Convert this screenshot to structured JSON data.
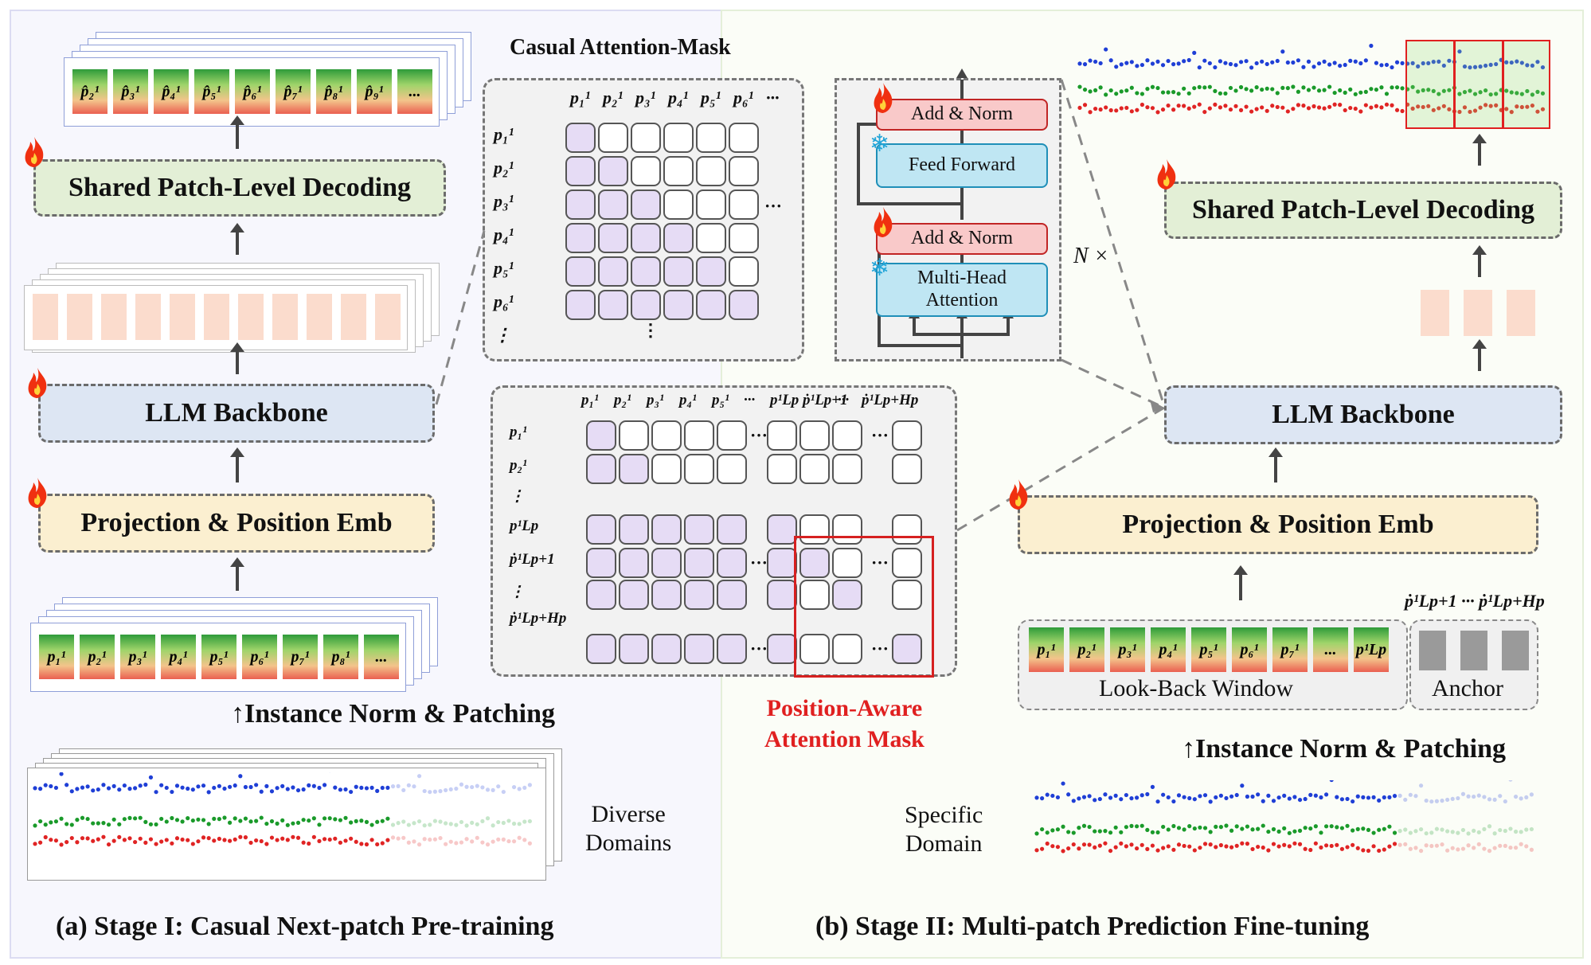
{
  "mask1": {
    "title": "Casual Attention-Mask",
    "cols": [
      "p₁¹",
      "p₂¹",
      "p₃¹",
      "p₄¹",
      "p₅¹",
      "p₆¹",
      "···"
    ],
    "rows": [
      "p₁¹",
      "p₂¹",
      "p₃¹",
      "p₄¹",
      "p₅¹",
      "p₆¹",
      "⋮"
    ]
  },
  "mask2": {
    "cols": [
      "p₁¹",
      "p₂¹",
      "p₃¹",
      "p₄¹",
      "p₅¹",
      "···",
      "p¹Lp",
      "ṗ¹Lp+1",
      "···",
      "ṗ¹Lp+Hp"
    ],
    "rows": [
      "p₁¹",
      "p₂¹",
      "⋮",
      "p¹Lp",
      "ṗ¹Lp+1",
      "⋮",
      "ṗ¹Lp+Hp"
    ],
    "caption_line1": "Position-Aware",
    "caption_line2": "Attention Mask"
  },
  "stage1": {
    "decoding": "Shared Patch-Level Decoding",
    "backbone": "LLM Backbone",
    "projection": "Projection & Position Emb",
    "norm": "Instance Norm & Patching",
    "domains_line1": "Diverse",
    "domains_line2": "Domains",
    "caption": "(a) Stage I: Casual Next-patch Pre-training",
    "output_patches": [
      "p̂₂¹",
      "p̂₃¹",
      "p̂₄¹",
      "p̂₅¹",
      "p̂₆¹",
      "p̂₇¹",
      "p̂₈¹",
      "p̂₉¹",
      "..."
    ],
    "input_patches": [
      "p₁¹",
      "p₂¹",
      "p₃¹",
      "p₄¹",
      "p₅¹",
      "p₆¹",
      "p₇¹",
      "p₈¹",
      "..."
    ]
  },
  "transformer": {
    "add_norm_top": "Add & Norm",
    "feed_forward": "Feed Forward",
    "add_norm_bottom": "Add & Norm",
    "mha_line1": "Multi-Head",
    "mha_line2": "Attention",
    "repeat": "N ×"
  },
  "stage2": {
    "decoding": "Shared Patch-Level Decoding",
    "backbone": "LLM Backbone",
    "projection": "Projection & Position Emb",
    "norm": "Instance Norm & Patching",
    "lookback": "Look-Back Window",
    "anchor": "Anchor",
    "anchor_labels": "ṗ¹Lp+1 ··· ṗ¹Lp+Hp",
    "domain_line1": "Specific",
    "domain_line2": "Domain",
    "caption": "(b) Stage II: Multi-patch Prediction Fine-tuning",
    "input_patches": [
      "p₁¹",
      "p₂¹",
      "p₃¹",
      "p₄¹",
      "p₅¹",
      "p₆¹",
      "p₇¹",
      "...",
      "p¹Lp"
    ]
  },
  "colors": {
    "series_blue": "#1f3fd6",
    "series_green": "#1a9a2a",
    "series_red": "#e02424",
    "mask_on": "#e6dcf5",
    "highlight_red": "#d62020"
  }
}
